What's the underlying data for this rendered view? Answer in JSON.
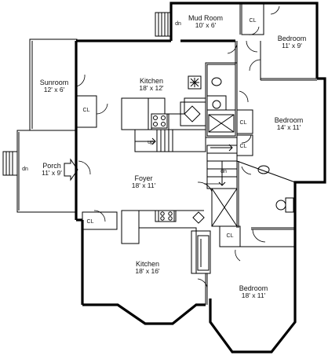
{
  "rooms": [
    {
      "id": "mudroom",
      "name": "Mud Room",
      "size": "10' x 6'"
    },
    {
      "id": "bedroom-ne",
      "name": "Bedroom",
      "size": "11' x 9'"
    },
    {
      "id": "sunroom",
      "name": "Sunroom",
      "size": "12' x 6'"
    },
    {
      "id": "kitchen-upper",
      "name": "Kitchen",
      "size": "18' x 12'"
    },
    {
      "id": "bedroom-e",
      "name": "Bedroom",
      "size": "14' x 11'"
    },
    {
      "id": "porch",
      "name": "Porch",
      "size": "11' x 9'"
    },
    {
      "id": "foyer",
      "name": "Foyer",
      "size": "18' x 11'"
    },
    {
      "id": "kitchen-lower",
      "name": "Kitchen",
      "size": "18' x 16'"
    },
    {
      "id": "bedroom-se",
      "name": "Bedroom",
      "size": "18' x 11'"
    }
  ],
  "labels": {
    "closet": "CL",
    "stair_up": "up",
    "stair_down": "dn"
  }
}
